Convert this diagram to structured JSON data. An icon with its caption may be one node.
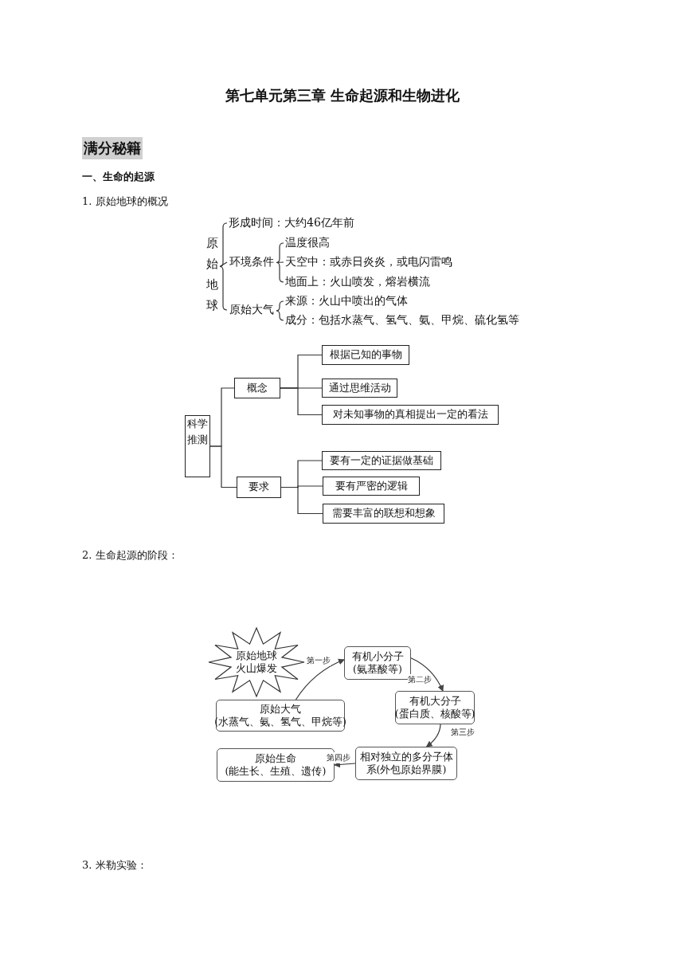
{
  "diagram": {
    "title": "第七单元第三章 生命起源和生物进化",
    "nodes": [
      {
        "text": [
          "原始地球"
        ]
      },
      {
        "text": [
          "形成时间：大约46亿年前"
        ]
      },
      {
        "text": [
          "环境条件"
        ]
      },
      {
        "text": [
          "温度很高"
        ]
      },
      {
        "text": [
          "天空中：或赤日炎炎，或电闪雷鸣"
        ]
      },
      {
        "text": [
          "地面上：火山喷发，熔岩横流"
        ]
      },
      {
        "text": [
          "原始大气"
        ]
      },
      {
        "text": [
          "来源：火山中喷出的气体"
        ]
      },
      {
        "text": [
          "成分：包括水蒸气、氢气、氨、甲烷、硫化氢等"
        ]
      },
      {
        "text": [
          "科学推测"
        ]
      },
      {
        "text": [
          "概念"
        ]
      },
      {
        "text": [
          "根据已知的事物"
        ]
      },
      {
        "text": [
          "通过思维活动"
        ]
      },
      {
        "text": [
          "对未知事物的真相提出一定的看法"
        ]
      },
      {
        "text": [
          "要求"
        ]
      },
      {
        "text": [
          "要有一定的证据做基础"
        ]
      },
      {
        "text": [
          "要有严密的逻辑"
        ]
      },
      {
        "text": [
          "需要丰富的联想和想象"
        ]
      },
      {
        "text": [
          "原始地球火山爆发"
        ]
      },
      {
        "text": [
          "原始大气",
          "(水蒸气、氨、氢气、甲烷等)"
        ]
      },
      {
        "text": [
          "有机小分子",
          "(氨基酸等)"
        ]
      },
      {
        "text": [
          "有机大分子",
          "(蛋白质、核酸等)"
        ]
      },
      {
        "text": [
          "相对独立的多分子体系(外包原始界膜)"
        ]
      },
      {
        "text": [
          "原始生命",
          "(能生长、生殖、遗传)"
        ]
      }
    ],
    "edges": [
      {
        "from": 0,
        "to": 1,
        "arrow": "none"
      },
      {
        "from": 0,
        "to": 2,
        "arrow": "none"
      },
      {
        "from": 0,
        "to": 6,
        "arrow": "none"
      },
      {
        "from": 2,
        "to": 3,
        "arrow": "none"
      },
      {
        "from": 2,
        "to": 4,
        "arrow": "none"
      },
      {
        "from": 2,
        "to": 5,
        "arrow": "none"
      },
      {
        "from": 6,
        "to": 7,
        "arrow": "none"
      },
      {
        "from": 6,
        "to": 8,
        "arrow": "none"
      },
      {
        "from": 9,
        "to": 10,
        "arrow": "none"
      },
      {
        "from": 9,
        "to": 14,
        "arrow": "none"
      },
      {
        "from": 10,
        "to": 11,
        "arrow": "none"
      },
      {
        "from": 10,
        "to": 12,
        "arrow": "none"
      },
      {
        "from": 10,
        "to": 13,
        "arrow": "none"
      },
      {
        "from": 14,
        "to": 15,
        "arrow": "none"
      },
      {
        "from": 14,
        "to": 16,
        "arrow": "none"
      },
      {
        "from": 14,
        "to": 17,
        "arrow": "none"
      },
      {
        "from": 19,
        "to": 20,
        "arrow": "to",
        "label": "第一步"
      },
      {
        "from": 20,
        "to": 21,
        "arrow": "to",
        "label": "第二步"
      },
      {
        "from": 21,
        "to": 22,
        "arrow": "to",
        "label": "第三步"
      },
      {
        "from": 22,
        "to": 23,
        "arrow": "to",
        "label": "第四步"
      }
    ],
    "labels": [
      "满分秘籍",
      "一、生命的起源",
      "1. 原始地球的概况",
      "2. 生命起源的阶段：",
      "3. 米勒实验："
    ]
  }
}
